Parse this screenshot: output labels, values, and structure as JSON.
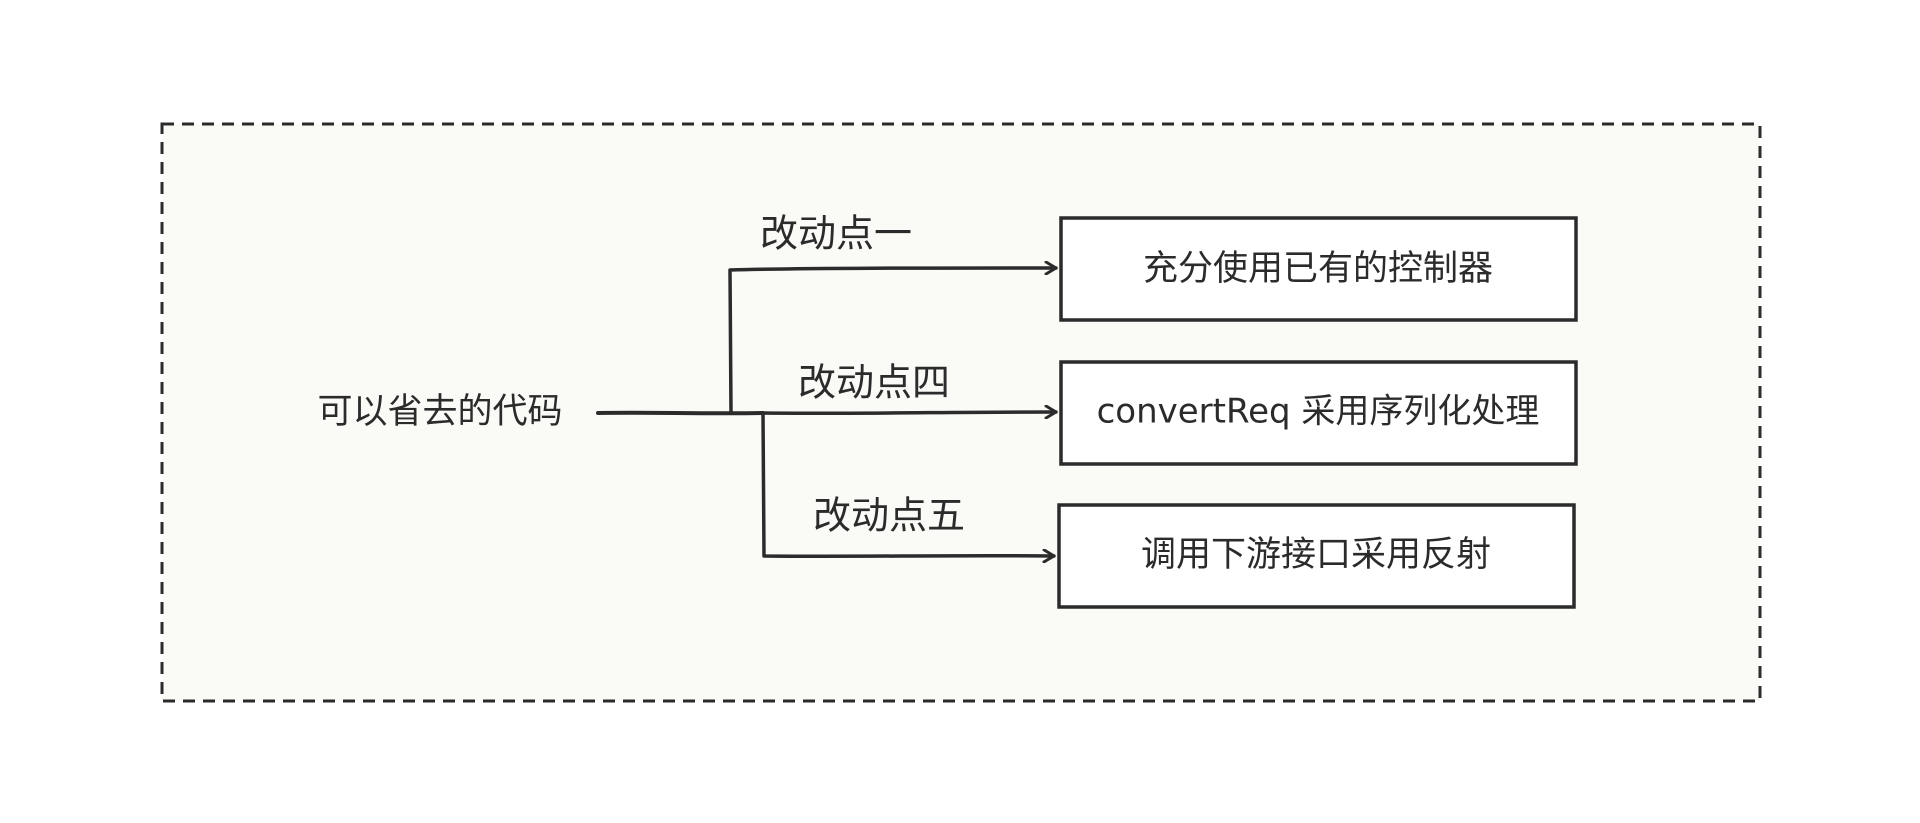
{
  "colors": {
    "stroke": "#2b2b2b",
    "frame_fill": "#fafaf7",
    "box_fill": "#ffffff"
  },
  "source": {
    "label": "可以省去的代码"
  },
  "branches": [
    {
      "edge_label": "改动点一",
      "target_label": "充分使用已有的控制器"
    },
    {
      "edge_label": "改动点四",
      "target_label": "convertReq 采用序列化处理"
    },
    {
      "edge_label": "改动点五",
      "target_label": "调用下游接口采用反射"
    }
  ]
}
